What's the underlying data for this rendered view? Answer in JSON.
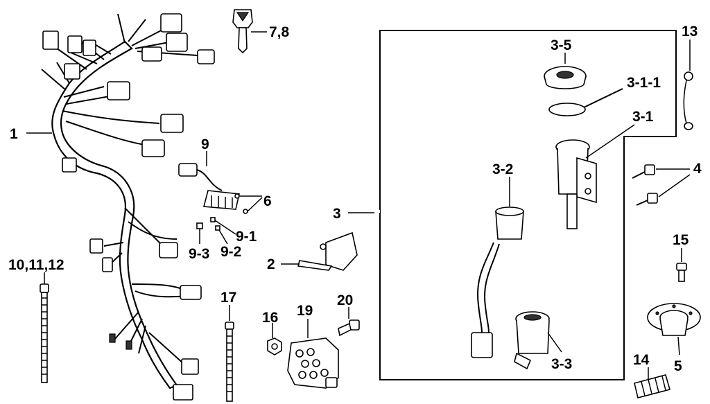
{
  "diagram": {
    "labels": {
      "harness": "1",
      "bracket": "2",
      "ignition_set": "3",
      "switch": "3-1",
      "switch_cap": "3-1-1",
      "sub_harness": "3-2",
      "seat_lock": "3-3",
      "key_cover": "3-5",
      "bolts": "4",
      "cap_base": "5",
      "connectors": "6",
      "keys": "7,8",
      "relay_harness": "9",
      "clip_a": "9-1",
      "clip_b": "9-2",
      "clip_c": "9-3",
      "bands": "10,11,12",
      "wire_loop": "13",
      "grommet": "14",
      "screw": "15",
      "nut": "16",
      "band": "17",
      "connector_block": "19",
      "bolt": "20"
    }
  }
}
